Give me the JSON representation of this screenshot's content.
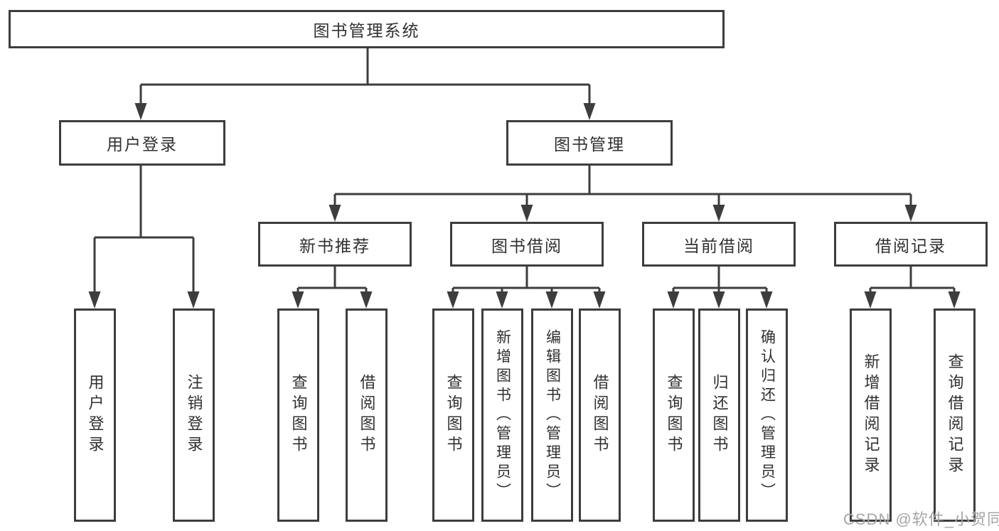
{
  "tree": {
    "root": {
      "label": "图书管理系统"
    },
    "branches": [
      {
        "label": "用户登录",
        "children": [
          {
            "label": "用户登录"
          },
          {
            "label": "注销登录"
          }
        ]
      },
      {
        "label": "图书管理",
        "children": [
          {
            "label": "新书推荐",
            "children": [
              {
                "label": "查询图书"
              },
              {
                "label": "借阅图书"
              }
            ]
          },
          {
            "label": "图书借阅",
            "children": [
              {
                "label": "查询图书"
              },
              {
                "label": "新增图书（管理员）"
              },
              {
                "label": "编辑图书（管理员）"
              },
              {
                "label": "借阅图书"
              }
            ]
          },
          {
            "label": "当前借阅",
            "children": [
              {
                "label": "查询图书"
              },
              {
                "label": "归还图书"
              },
              {
                "label": "确认归还（管理员）"
              }
            ]
          },
          {
            "label": "借阅记录",
            "children": [
              {
                "label": "新增借阅记录"
              },
              {
                "label": "查询借阅记录"
              }
            ]
          }
        ]
      }
    ]
  },
  "watermark": "CSDN @软件_小贺同学",
  "colors": {
    "line": "#3d3d3d",
    "text": "#303030",
    "background": "#ffffff",
    "watermark": "#a6a6a6"
  }
}
